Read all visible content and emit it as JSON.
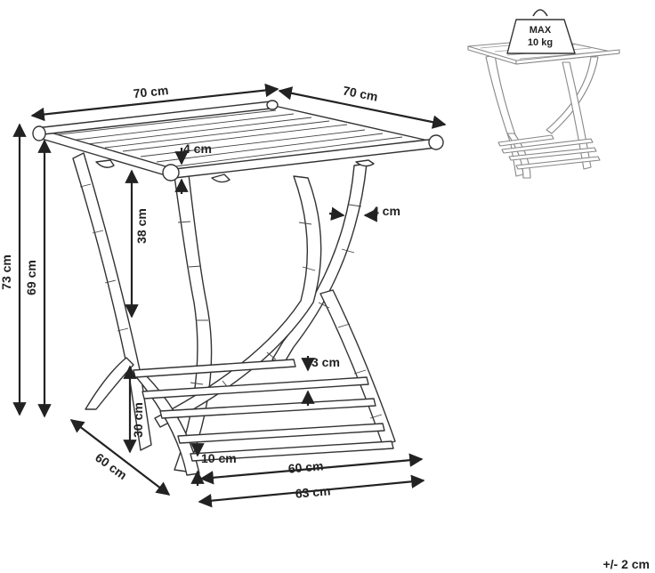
{
  "dimensions": {
    "top_width_front": "70 cm",
    "top_width_side": "70 cm",
    "top_thickness": "4 cm",
    "leg_thickness": "4 cm",
    "shelf_bar_thickness": "3 cm",
    "total_height": "73 cm",
    "seat_height": "69 cm",
    "leg_upper_height": "38 cm",
    "shelf_height": "30 cm",
    "base_depth": "60 cm",
    "shelf_offset": "10 cm",
    "shelf_width": "60 cm",
    "base_width": "63 cm"
  },
  "weight_badge": {
    "line1": "MAX",
    "line2": "10 kg"
  },
  "tolerance": "+/- 2 cm"
}
